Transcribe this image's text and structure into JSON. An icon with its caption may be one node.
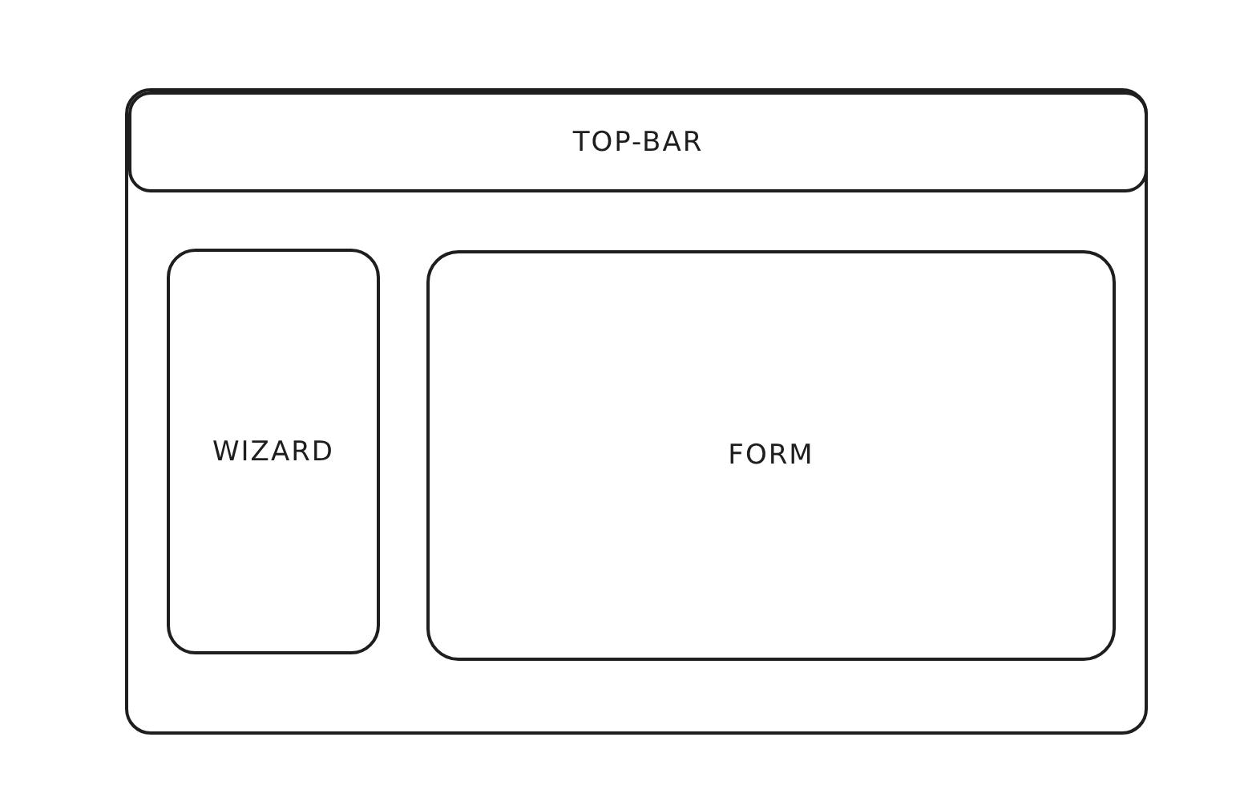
{
  "diagram": {
    "nodes": [
      {
        "text": [],
        "shape": "box"
      },
      {
        "text": [
          "TOP-BAR"
        ],
        "in": 0
      },
      {
        "text": [
          "WIZARD"
        ],
        "in": 0
      },
      {
        "text": [
          "FORM"
        ],
        "in": 0
      }
    ]
  }
}
